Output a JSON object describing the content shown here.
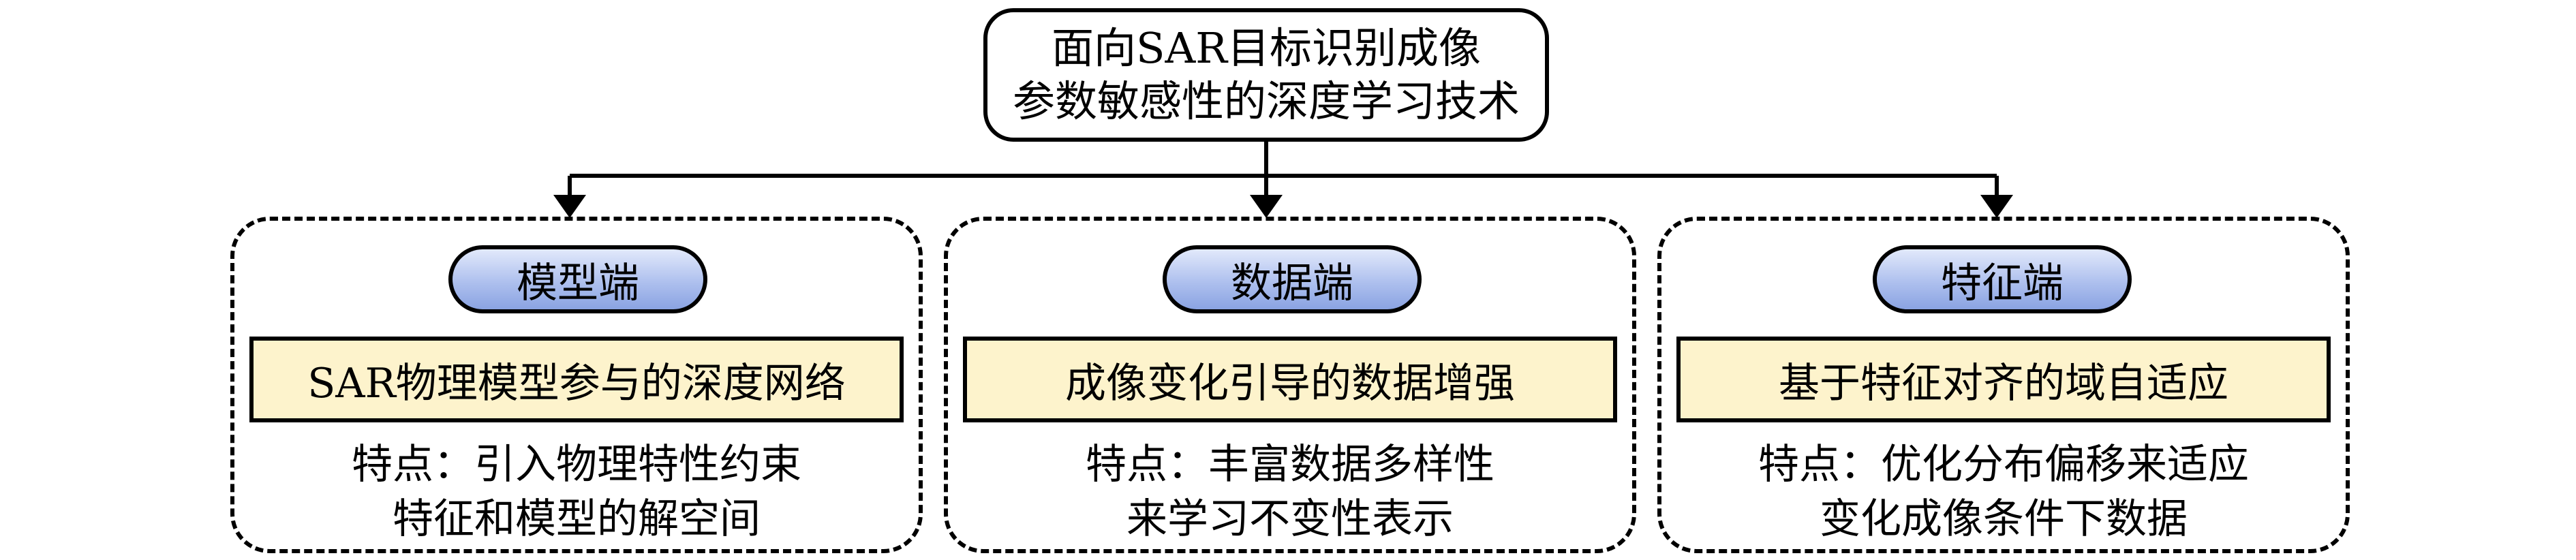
{
  "root": {
    "line1": "面向SAR目标识别成像",
    "line2": "参数敏感性的深度学习技术"
  },
  "branches": [
    {
      "header": "模型端",
      "method": "SAR物理模型参与的深度网络",
      "feature_line1": "特点：引入物理特性约束",
      "feature_line2": "特征和模型的解空间"
    },
    {
      "header": "数据端",
      "method": "成像变化引导的数据增强",
      "feature_line1": "特点：丰富数据多样性",
      "feature_line2": "来学习不变性表示"
    },
    {
      "header": "特征端",
      "method": "基于特征对齐的域自适应",
      "feature_line1": "特点：优化分布偏移来适应",
      "feature_line2": "变化成像条件下数据"
    }
  ],
  "colors": {
    "header_fill_top": "#e2e9fb",
    "header_fill_bottom": "#8aa3e2",
    "method_fill": "#fdf3cc",
    "stroke": "#000000"
  }
}
